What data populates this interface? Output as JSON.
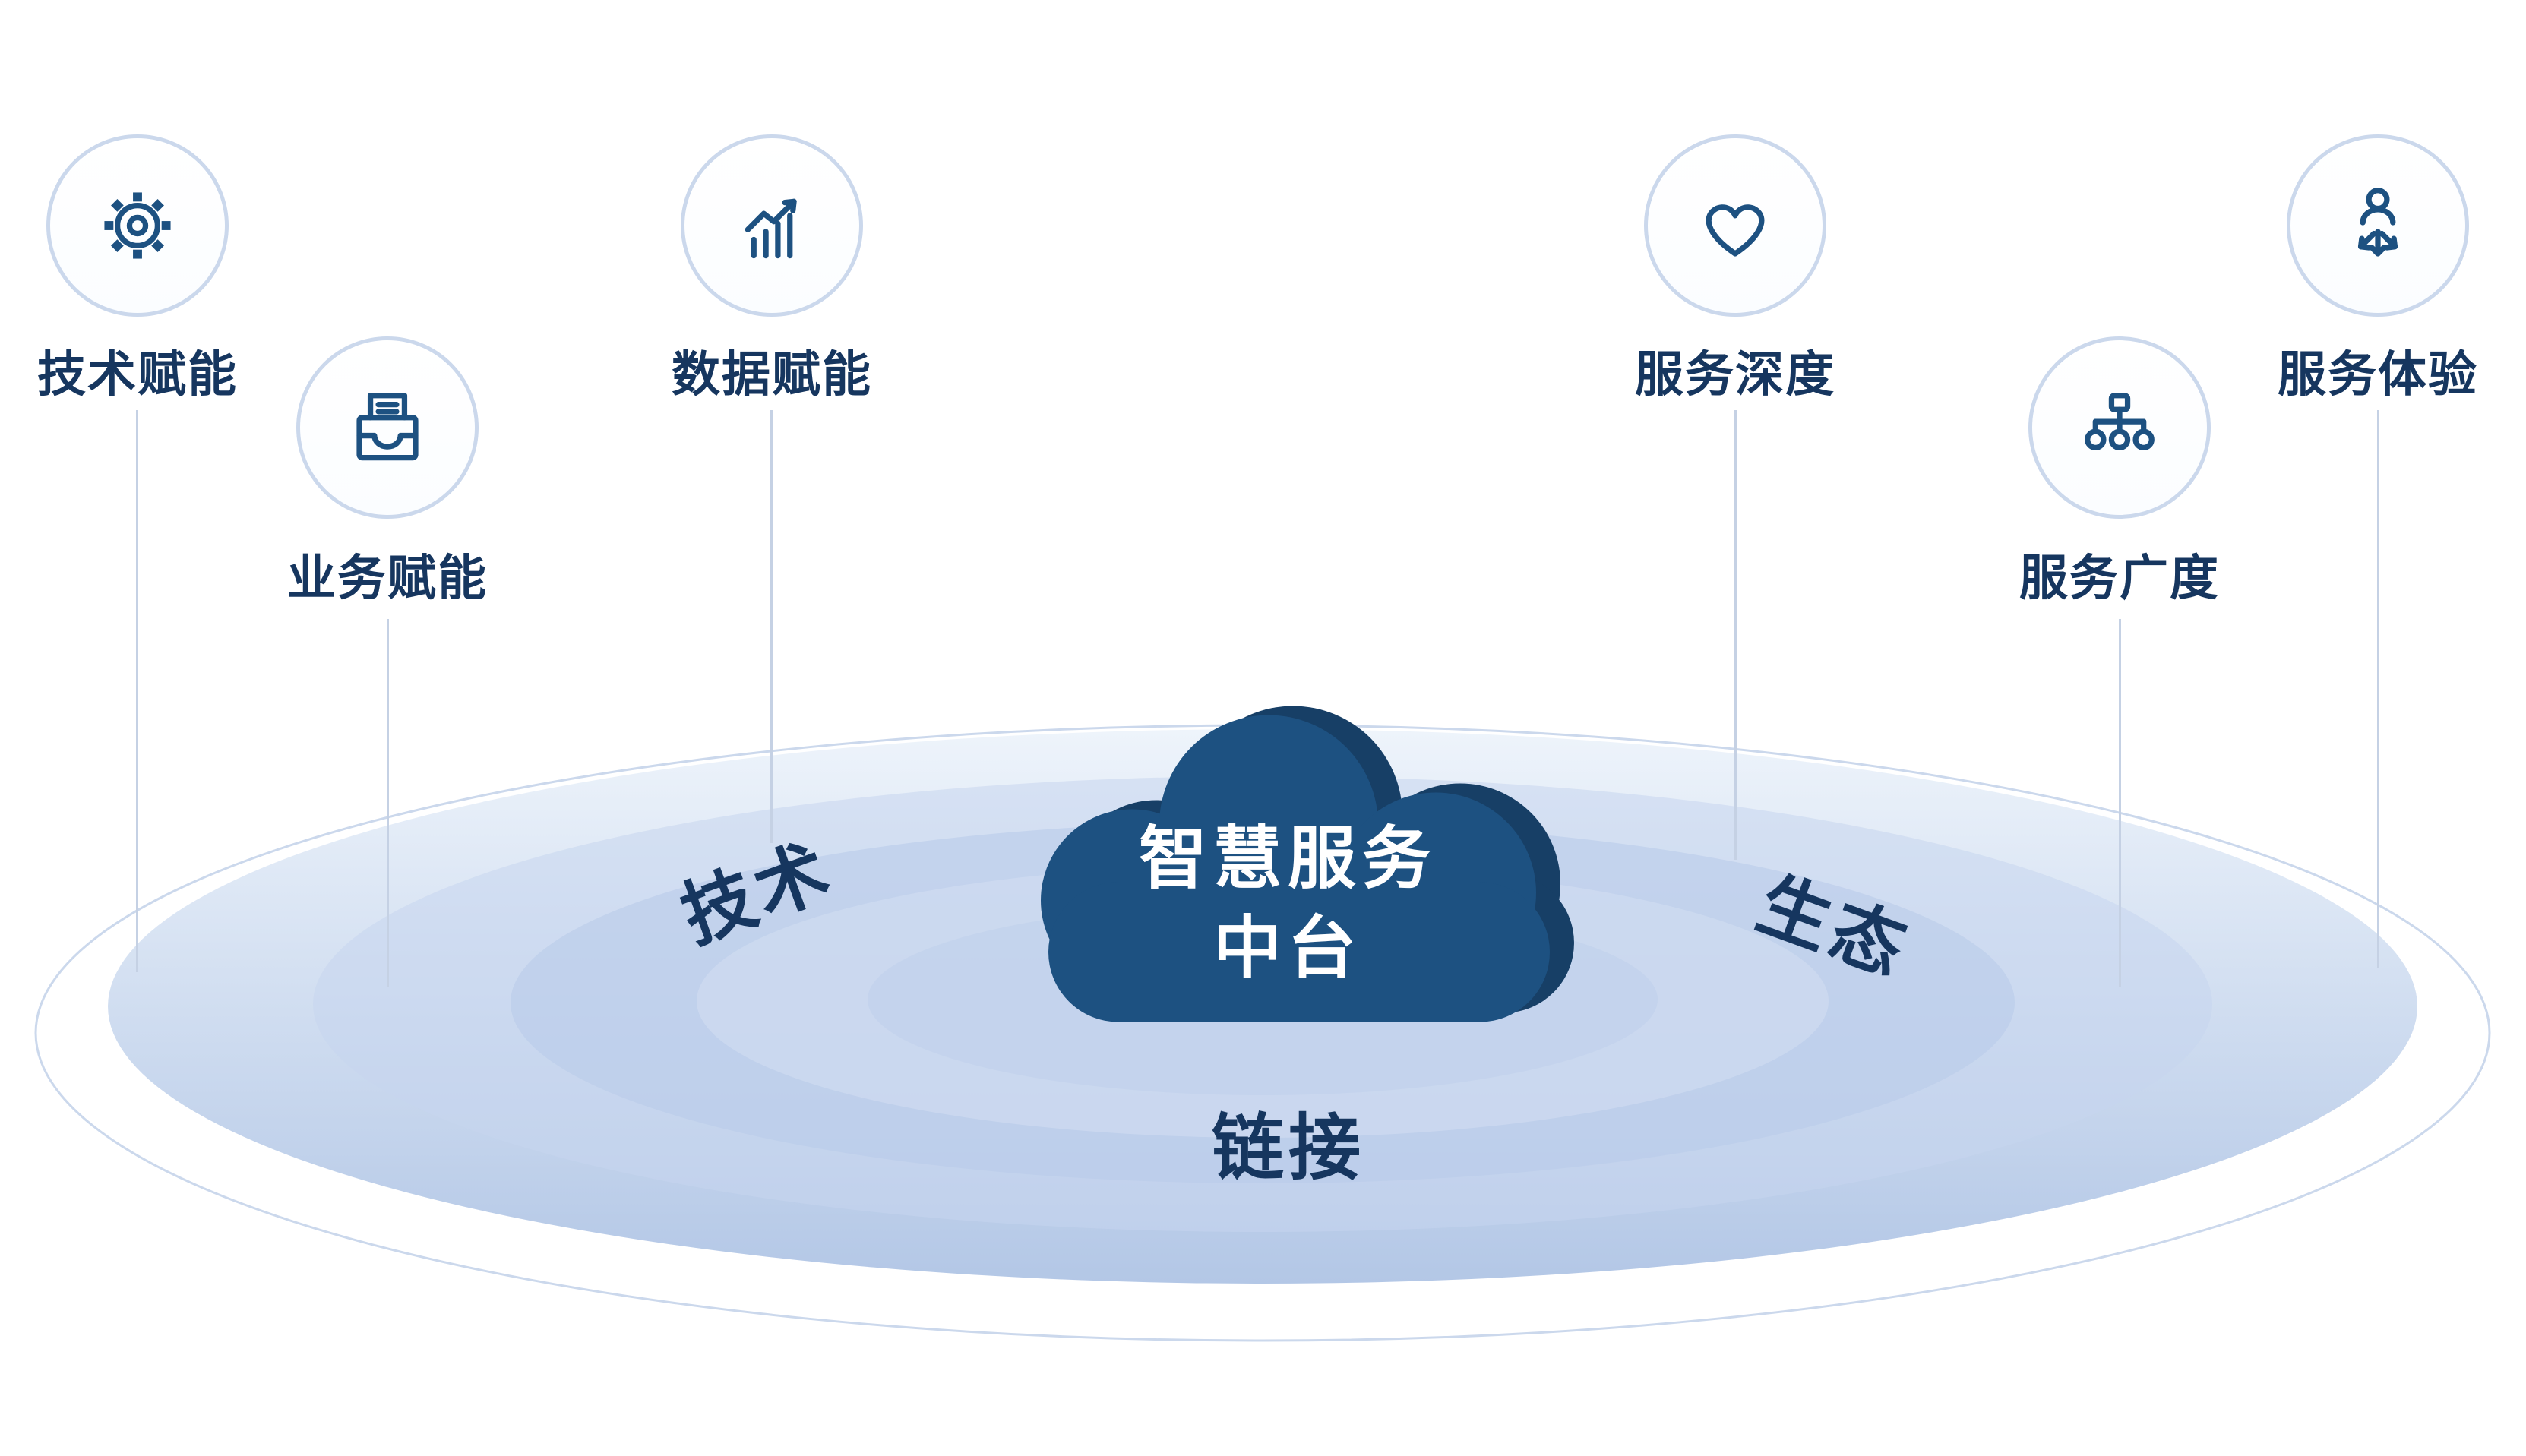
{
  "center_cloud": {
    "line1": "智慧服务",
    "line2": "中台"
  },
  "nodes": [
    {
      "label": "技术赋能",
      "icon": "gear-icon"
    },
    {
      "label": "业务赋能",
      "icon": "inbox-document-icon"
    },
    {
      "label": "数据赋能",
      "icon": "bar-chart-growth-icon"
    },
    {
      "label": "服务深度",
      "icon": "heart-icon"
    },
    {
      "label": "服务广度",
      "icon": "network-hierarchy-icon"
    },
    {
      "label": "服务体验",
      "icon": "person-directions-icon"
    }
  ],
  "platform_labels": {
    "left_rotated": "技术",
    "right_rotated": "生态",
    "bottom": "链接"
  },
  "colors": {
    "brand_navy": "#1d5181",
    "navy_dark": "#173f66",
    "label_text": "#16365f",
    "ring_stroke": "#cbd8ec",
    "connector_line": "#c5d1e4",
    "ellipse_deep": "#b3c7e6",
    "ellipse_light": "#eef4fb"
  }
}
